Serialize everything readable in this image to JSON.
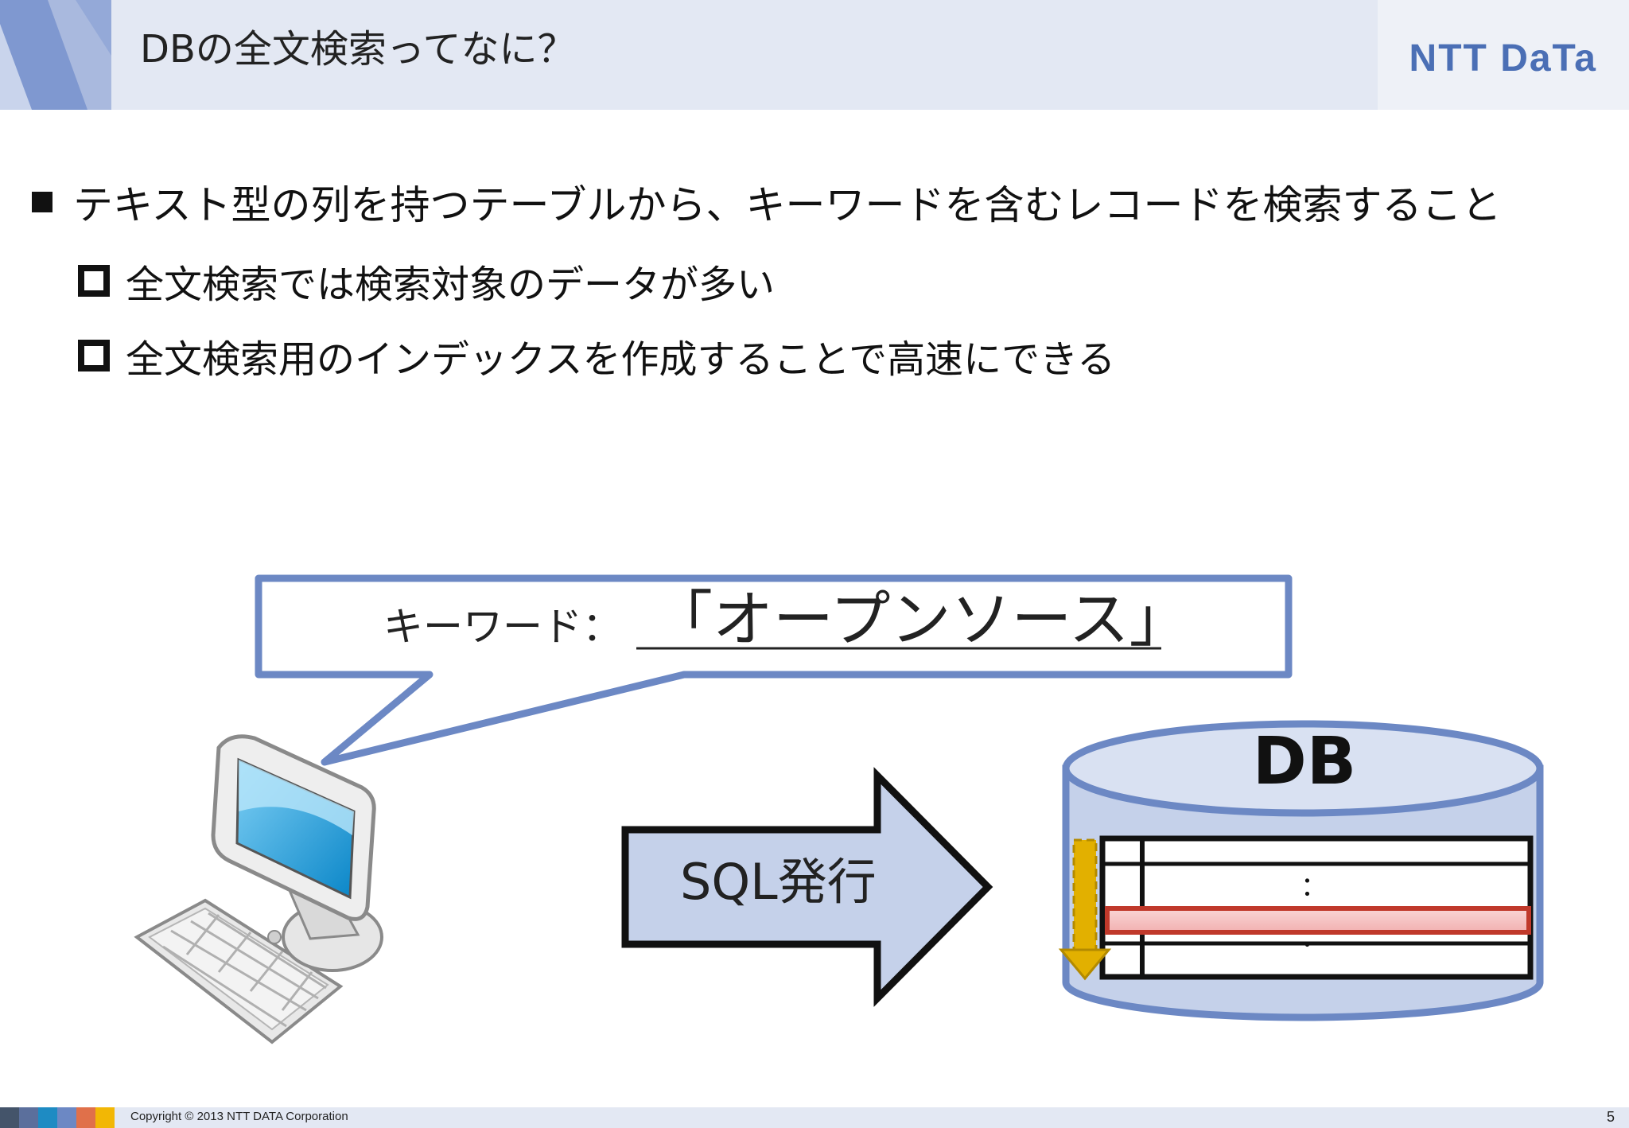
{
  "header": {
    "title": "DBの全文検索ってなに？",
    "logo_text": "NTT DaTa"
  },
  "bullets": {
    "main": "テキスト型の列を持つテーブルから、キーワードを含むレコードを検索すること",
    "sub": [
      "全文検索では検索対象のデータが多い",
      "全文検索用のインデックスを作成することで高速にできる"
    ]
  },
  "diagram": {
    "keyword_label": "キーワード：",
    "keyword_value": "「オープンソース」",
    "arrow_label": "SQL発行",
    "db_label": "DB",
    "table_ellipsis_top": "：",
    "table_ellipsis_bottom": "："
  },
  "colors": {
    "accent_blue": "#6c88c4",
    "light_blue_fill": "#c5d1ea",
    "highlight_red": "#c0392b",
    "scan_arrow_gold": "#e2b000"
  },
  "footer": {
    "copyright": "Copyright © 2013 NTT DATA Corporation",
    "page_number": "5"
  }
}
